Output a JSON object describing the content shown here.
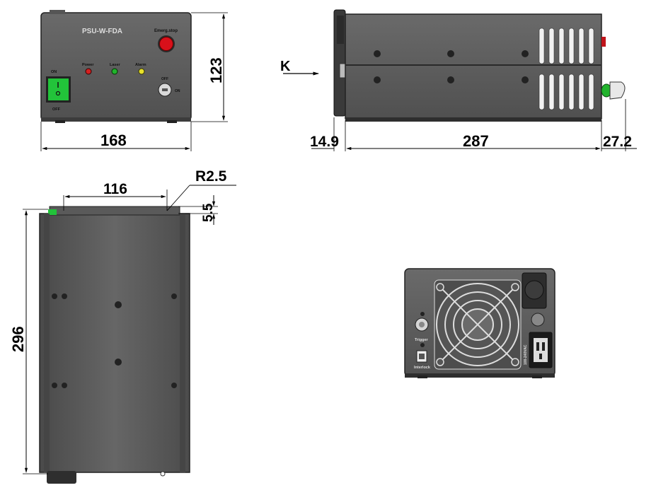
{
  "front_view": {
    "model": "PSU-W-FDA",
    "emergency_stop": "Emerg.stop",
    "power": "Power",
    "laser": "Laser",
    "alarm": "Alarm",
    "switch_on": "ON",
    "switch_off": "OFF",
    "key_off": "OFF",
    "key_on": "ON"
  },
  "dimensions": {
    "width": "168",
    "height": "123",
    "left_offset": "14.9",
    "length": "287",
    "right_offset": "27.2",
    "hole_spacing": "116",
    "radius": "R2.5",
    "hole_offset": "5.5",
    "depth": "296"
  },
  "side_view": {
    "view_label": "K"
  },
  "rear_view": {
    "trigger": "Trigger",
    "interlock": "Interlock",
    "voltage": "100-240VAC"
  },
  "colors": {
    "panel": "#595959",
    "panel_dark": "#3a3a3a",
    "switch_green": "#22c33a",
    "led_red": "#d42020",
    "led_green": "#21b32c",
    "led_yellow": "#e7e02a",
    "estop_red": "#d8101a"
  }
}
